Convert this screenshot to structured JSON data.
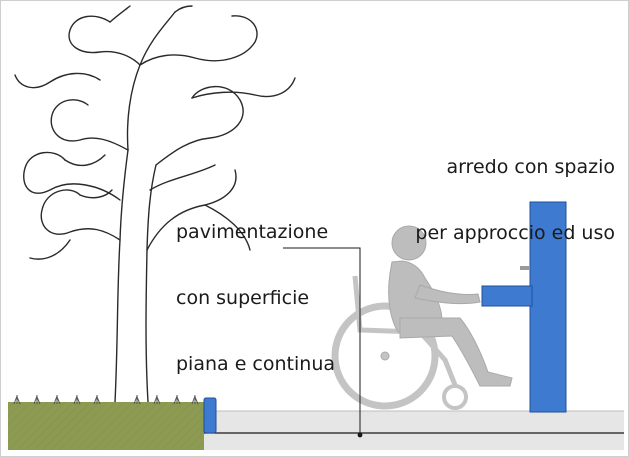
{
  "labels": {
    "furniture": {
      "line1": "arredo con spazio",
      "line2": "per approccio ed uso"
    },
    "paving": {
      "line1": "pavimentazione",
      "line2": "con superficie",
      "line3": "piana e continua"
    }
  },
  "colors": {
    "grass": "#8c9a52",
    "pavement": "#e6e6e6",
    "furniture": "#3e7bd0",
    "figure": "#bdbdbd",
    "line": "#1a1a1a"
  }
}
